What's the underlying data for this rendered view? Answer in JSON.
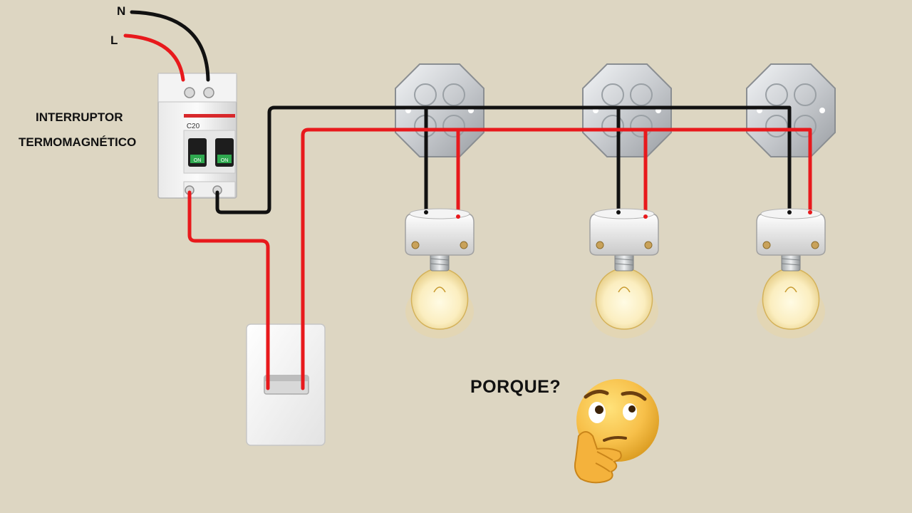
{
  "labels": {
    "neutral": "N",
    "line": "L",
    "breaker_line1": "INTERRUPTOR",
    "breaker_line2": "TERMOMAGNÉTICO",
    "breaker_rating": "C20",
    "breaker_on_left": "ON",
    "breaker_on_right": "ON",
    "question": "PORQUE?"
  },
  "colors": {
    "background": "#ddd6c2",
    "phase_wire": "#e8191c",
    "neutral_wire": "#111111",
    "bulb_glow": "#fff1b8"
  },
  "icons": [
    "breaker-icon",
    "light-switch-icon",
    "junction-box-icon",
    "lamp-holder-icon",
    "light-bulb-icon",
    "thinking-face-emoji"
  ]
}
